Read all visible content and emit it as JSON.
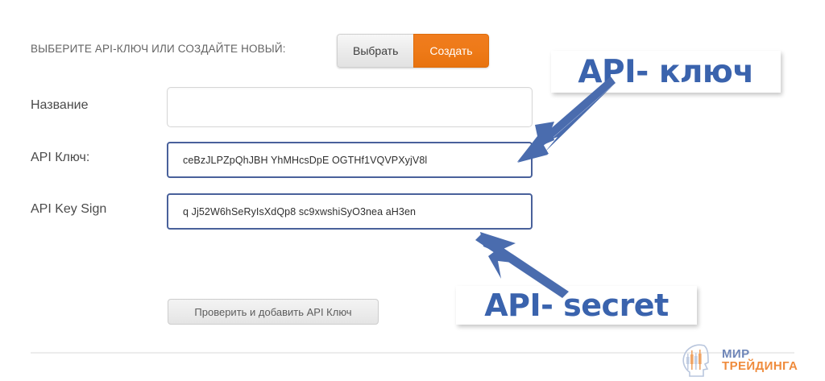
{
  "header": {
    "prompt_label": "ВЫБЕРИТЕ API-КЛЮЧ ИЛИ СОЗДАЙТЕ НОВЫЙ:",
    "toggle": {
      "select_label": "Выбрать",
      "create_label": "Создать",
      "active": "Создать",
      "active_color": "#ee7a18",
      "inactive_color": "#eaeaea"
    }
  },
  "form": {
    "fields": [
      {
        "label": "Название",
        "value": "",
        "placeholder": "",
        "state": "empty",
        "border_color": "#d6d6d6"
      },
      {
        "label": "API Ключ:",
        "value": "ceBzJLPZpQhJBH    YhMHcsDpE   OGTHf1VQVPXyjV8l",
        "placeholder": "",
        "state": "filled",
        "border_color": "#49619b"
      },
      {
        "label": "API Key Sign",
        "value": "q    Jj52W6hSeRyIsXdQp8    sc9xwshiSyO3nea   aH3en",
        "placeholder": "",
        "state": "filled",
        "border_color": "#49619b"
      }
    ],
    "submit_label": "Проверить и добавить API Ключ"
  },
  "annotations": [
    {
      "name": "api-key",
      "text": "API- ключ",
      "color": "#3a63ad"
    },
    {
      "name": "api-secret",
      "text": "API- secret",
      "color": "#3a63ad"
    }
  ],
  "watermark": {
    "line1": "МИР",
    "line2": "ТРЕЙДИНГА",
    "line1_color": "#6f86b8",
    "line2_color": "#ef8b3c"
  }
}
